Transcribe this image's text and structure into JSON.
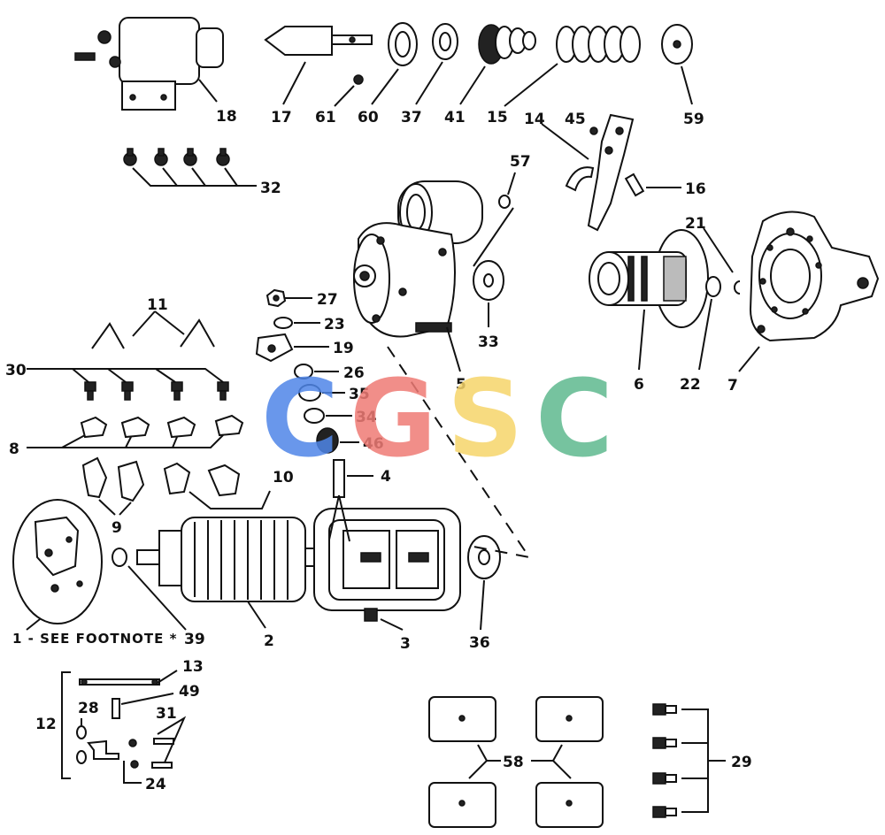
{
  "watermark": {
    "letters": [
      "C",
      "G",
      "S",
      "C"
    ],
    "colors": [
      "#4f86e8",
      "#ef7b75",
      "#f6d56b",
      "#5fb98f"
    ]
  },
  "footnote": "1 - SEE FOOTNOTE *",
  "callouts": {
    "c18": "18",
    "c17": "17",
    "c61": "61",
    "c60": "60",
    "c37": "37",
    "c41": "41",
    "c15": "15",
    "c59": "59",
    "c32": "32",
    "c14": "14",
    "c45": "45",
    "c16": "16",
    "c57": "57",
    "c21": "21",
    "c27": "27",
    "c23": "23",
    "c19": "19",
    "c26": "26",
    "c35": "35",
    "c34": "34",
    "c46": "46",
    "c33": "33",
    "c5": "5",
    "c6": "6",
    "c22": "22",
    "c7": "7",
    "c11": "11",
    "c30": "30",
    "c8": "8",
    "c4": "4",
    "c10": "10",
    "c9": "9",
    "c39": "39",
    "c2": "2",
    "c3": "3",
    "c36": "36",
    "c13": "13",
    "c49": "49",
    "c12": "12",
    "c28": "28",
    "c31": "31",
    "c24": "24",
    "c58": "58",
    "c29": "29"
  },
  "icons": {
    "solenoid": "solenoid-icon",
    "plunger": "plunger-icon",
    "armature": "armature-icon",
    "field_frame": "field-frame-icon",
    "drive_housing": "drive-housing-icon",
    "clutch_drive": "clutch-drive-icon",
    "commutator_end_frame": "end-frame-icon"
  }
}
